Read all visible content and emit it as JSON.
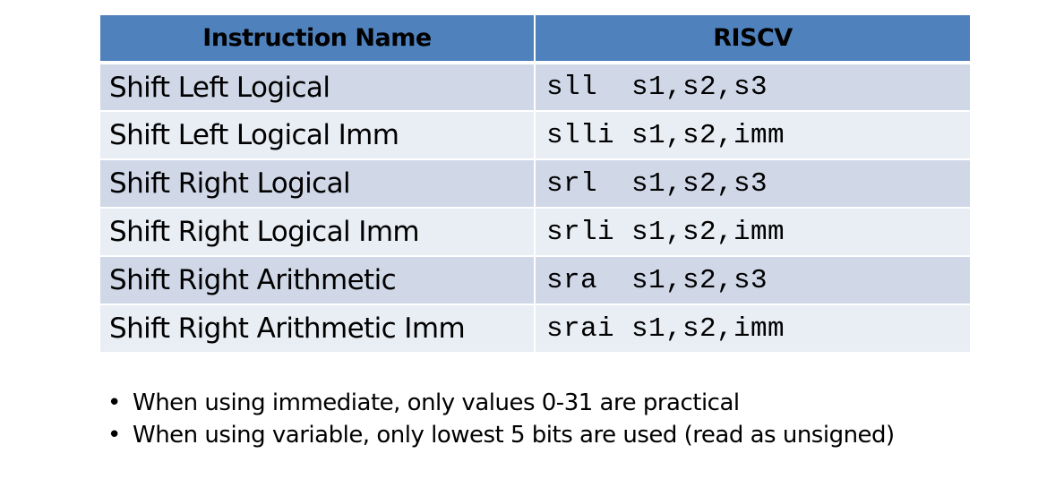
{
  "table": {
    "headers": [
      "Instruction Name",
      "RISCV"
    ],
    "rows": [
      {
        "name": "Shift Left Logical",
        "code": "sll  s1,s2,s3"
      },
      {
        "name": "Shift Left Logical Imm",
        "code": "slli s1,s2,imm"
      },
      {
        "name": "Shift Right Logical",
        "code": "srl  s1,s2,s3"
      },
      {
        "name": "Shift Right Logical Imm",
        "code": "srli s1,s2,imm"
      },
      {
        "name": "Shift Right Arithmetic",
        "code": "sra  s1,s2,s3"
      },
      {
        "name": "Shift Right Arithmetic Imm",
        "code": "srai s1,s2,imm"
      }
    ]
  },
  "notes": [
    "When using immediate, only values 0-31 are practical",
    "When using variable, only lowest 5 bits are used (read as unsigned)"
  ],
  "colors": {
    "header_bg": "#4f81bd",
    "row_odd_bg": "#d0d8e8",
    "row_even_bg": "#e9edf4"
  }
}
